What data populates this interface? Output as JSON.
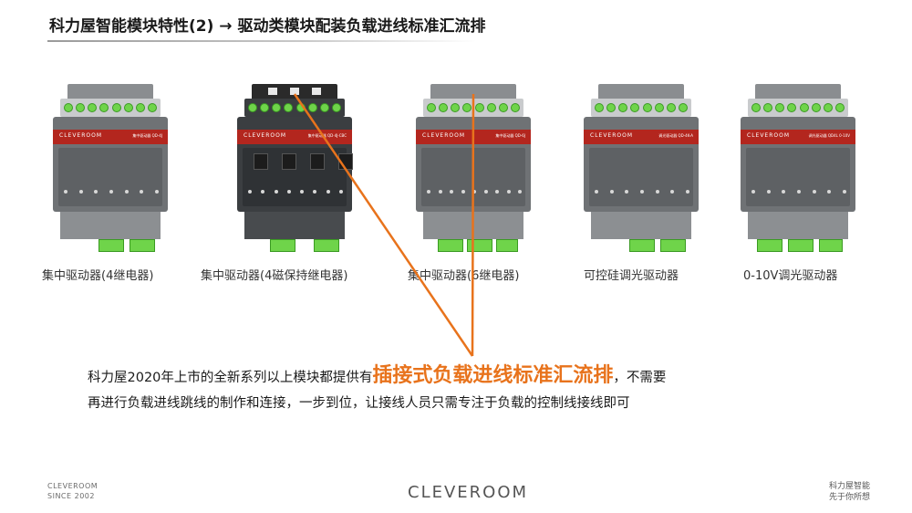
{
  "header": {
    "title": "科力屋智能模块特性(2) → 驱动类模块配装负载进线标准汇流排"
  },
  "devices": [
    {
      "label": "集中驱动器(4继电器)",
      "brand": "CLEVEROOM",
      "model_text": "集中驱动器 QD-4J"
    },
    {
      "label": "集中驱动器(4磁保持继电器)",
      "brand": "CLEVEROOM",
      "model_text": "集中驱动器 QD-4J-CBC"
    },
    {
      "label": "集中驱动器(6继电器)",
      "brand": "CLEVEROOM",
      "model_text": "集中驱动器 QD-6J"
    },
    {
      "label": "可控硅调光驱动器",
      "brand": "CLEVEROOM",
      "model_text": "调光驱动器 QD-4K-A"
    },
    {
      "label": "0-10V调光驱动器",
      "brand": "CLEVEROOM",
      "model_text": "调光驱动器 QD4L 0-10V"
    }
  ],
  "description": {
    "line1_before": "科力屋2020年上市的全新系列以上模块都提供有",
    "line1_highlight": "插接式负载进线标准汇流排",
    "line1_after": "，不需要",
    "line2": "再进行负载进线跳线的制作和连接，一步到位，让接线人员只需专注于负载的控制线接线即可"
  },
  "footer": {
    "left_line1": "CLEVEROOM",
    "left_line2": "SINCE 2002",
    "center_logo": "CLEVEROOM",
    "right_line1": "科力屋智能",
    "right_line2": "先于你所想"
  },
  "colors": {
    "accent_orange": "#e8731c",
    "module_red": "#b3261e",
    "terminal_green": "#6fd44a"
  }
}
